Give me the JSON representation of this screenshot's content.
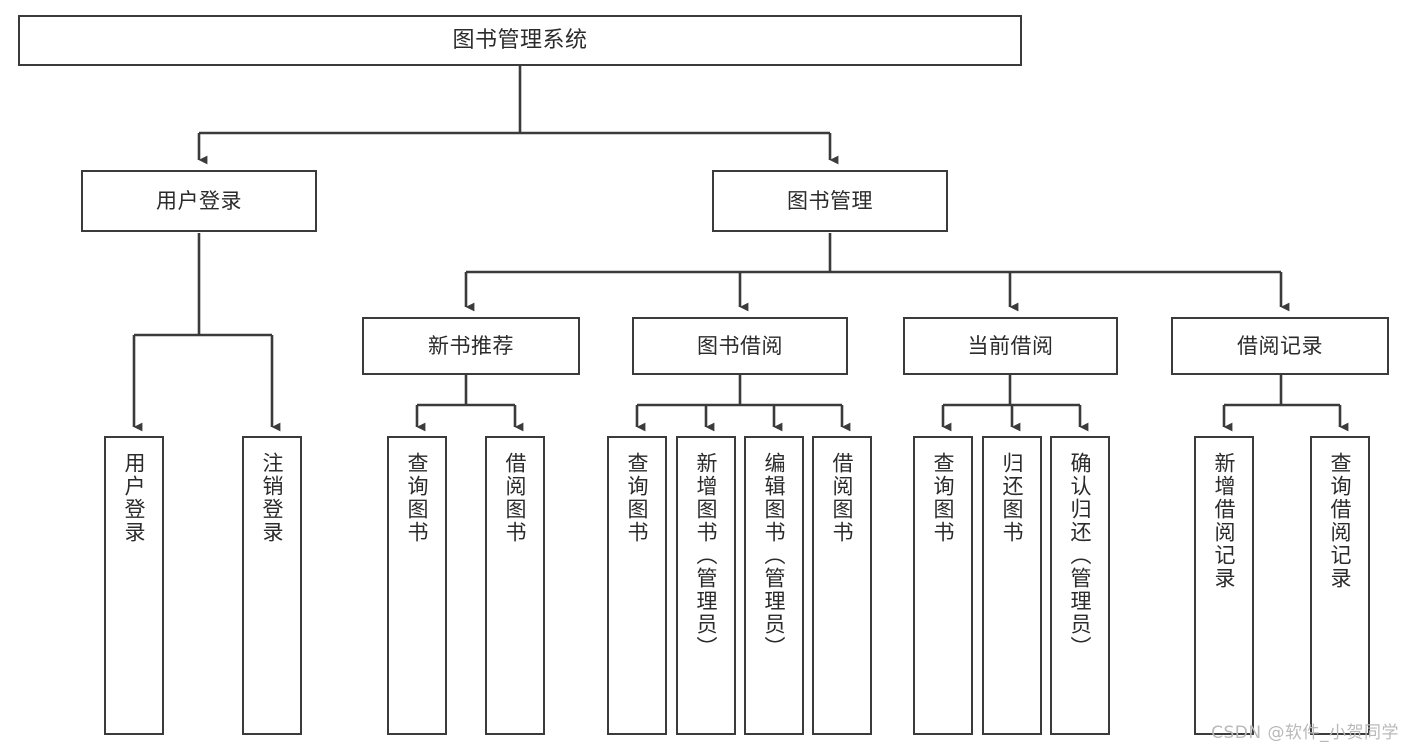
{
  "diagram": {
    "title": "图书管理系统",
    "root": {
      "label": "图书管理系统"
    },
    "level2": [
      {
        "label": "用户登录"
      },
      {
        "label": "图书管理"
      }
    ],
    "level3": [
      {
        "label": "新书推荐"
      },
      {
        "label": "图书借阅"
      },
      {
        "label": "当前借阅"
      },
      {
        "label": "借阅记录"
      }
    ],
    "leaves": {
      "user_login": [
        {
          "label": "用户登录"
        },
        {
          "label": "注销登录"
        }
      ],
      "new_book_recommend": [
        {
          "label": "查询图书"
        },
        {
          "label": "借阅图书"
        }
      ],
      "book_borrow": [
        {
          "label": "查询图书"
        },
        {
          "label": "新增图书（管理员）"
        },
        {
          "label": "编辑图书（管理员）"
        },
        {
          "label": "借阅图书"
        }
      ],
      "current_borrow": [
        {
          "label": "查询图书"
        },
        {
          "label": "归还图书"
        },
        {
          "label": "确认归还（管理员）"
        }
      ],
      "borrow_record": [
        {
          "label": "新增借阅记录"
        },
        {
          "label": "查询借阅记录"
        }
      ]
    }
  },
  "watermark": {
    "text": "CSDN @软件_小贺同学"
  },
  "colors": {
    "box_border": "#3b3b3b",
    "text": "#2b2b2b",
    "connector": "#3b3b3b",
    "background": "#ffffff",
    "watermark": "#b9b9b9"
  }
}
